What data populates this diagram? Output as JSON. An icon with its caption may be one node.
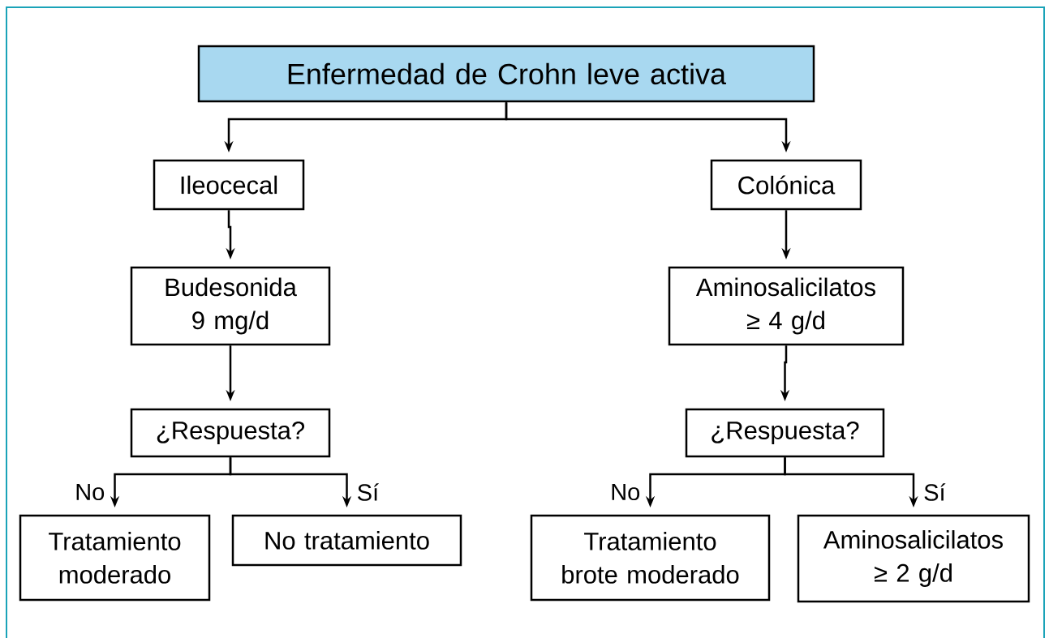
{
  "diagram": {
    "nodes": [
      {
        "text": [
          "Enfermedad de Crohn leve activa"
        ]
      },
      {
        "text": [
          "Ileocecal"
        ]
      },
      {
        "text": [
          "Colónica"
        ]
      },
      {
        "text": [
          "Budesonida 9 mg/d"
        ]
      },
      {
        "text": [
          "Aminosalicilatos ≥ 4 g/d"
        ]
      },
      {
        "text": [
          "¿Respuesta?"
        ]
      },
      {
        "text": [
          "¿Respuesta?"
        ]
      },
      {
        "text": [
          "Tratamiento moderado"
        ]
      },
      {
        "text": [
          "No tratamiento"
        ]
      },
      {
        "text": [
          "Tratamiento brote moderado"
        ]
      },
      {
        "text": [
          "Aminosalicilatos ≥ 2 g/d"
        ]
      }
    ],
    "edges": [
      {
        "from": 0,
        "to": 1,
        "arrow": "to"
      },
      {
        "from": 0,
        "to": 2,
        "arrow": "to"
      },
      {
        "from": 1,
        "to": 3,
        "arrow": "to"
      },
      {
        "from": 3,
        "to": 5,
        "arrow": "to"
      },
      {
        "from": 5,
        "to": 7,
        "arrow": "to",
        "label": "No"
      },
      {
        "from": 5,
        "to": 8,
        "arrow": "to",
        "label": "Sí"
      },
      {
        "from": 2,
        "to": 4,
        "arrow": "to"
      },
      {
        "from": 4,
        "to": 6,
        "arrow": "to"
      },
      {
        "from": 6,
        "to": 9,
        "arrow": "to",
        "label": "No"
      },
      {
        "from": 6,
        "to": 10,
        "arrow": "to",
        "label": "Sí"
      }
    ]
  }
}
